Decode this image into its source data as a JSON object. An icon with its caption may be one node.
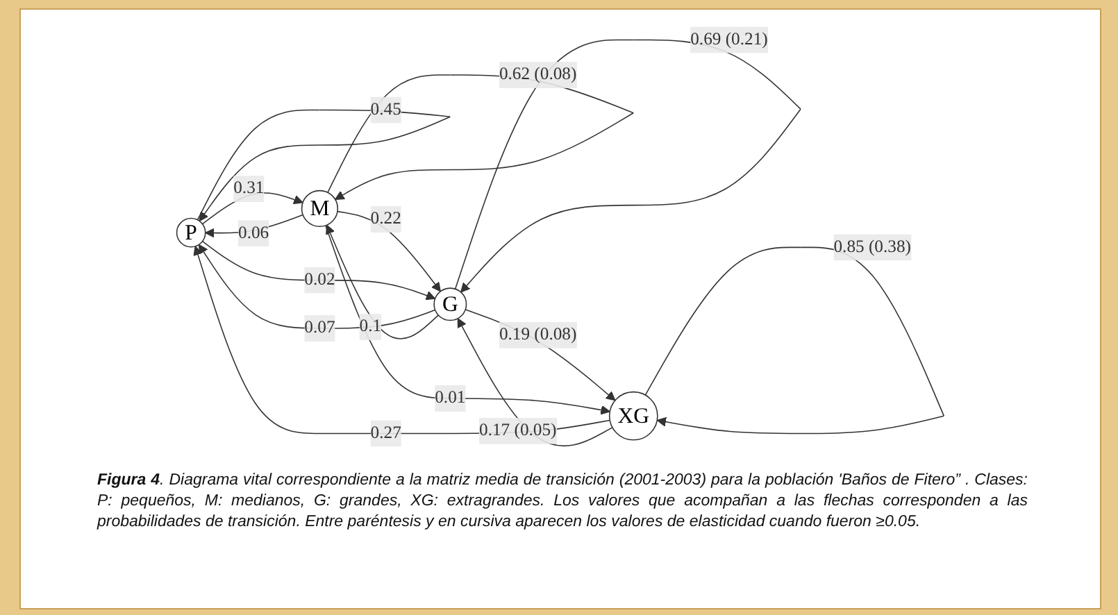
{
  "diagram": {
    "caption": "**Figura 4**. Diagrama vital correspondiente a la matriz media de transición (2001-2003) para la población 'Baños de Fitero” . Clases: P: pequeños, M: medianos, G: grandes, XG: extragrandes. Los valores que acompañan a las flechas corresponden a las probabilidades de transición. Entre paréntesis y en cursiva aparecen los valores de elasticidad cuando fueron ≥0.05.",
    "nodes": [
      {
        "text": [
          "P"
        ]
      },
      {
        "text": [
          "M"
        ]
      },
      {
        "text": [
          "G"
        ]
      },
      {
        "text": [
          "XG"
        ]
      }
    ],
    "edges": [
      {
        "from": 3,
        "to": 0,
        "arrow": "to",
        "label": "0.27"
      },
      {
        "from": 2,
        "to": 0,
        "arrow": "to",
        "label": "0.07"
      },
      {
        "from": 1,
        "to": 0,
        "arrow": "to",
        "label": "0.06"
      },
      {
        "from": 0,
        "to": 1,
        "arrow": "to",
        "label": "0.31"
      },
      {
        "from": 2,
        "to": 1,
        "arrow": "to",
        "label": "0.1"
      },
      {
        "from": 1,
        "to": 2,
        "arrow": "to",
        "label": "0.22"
      },
      {
        "from": 3,
        "to": 2,
        "arrow": "to",
        "label": "0.17 (0.05)"
      },
      {
        "from": 2,
        "to": 3,
        "arrow": "to",
        "label": "0.19 (0.08)"
      },
      {
        "from": 0,
        "to": 0,
        "arrow": "to",
        "label": "0.45"
      },
      {
        "from": 1,
        "to": 1,
        "arrow": "to",
        "label": "0.62 (0.08)"
      },
      {
        "from": 2,
        "to": 2,
        "arrow": "to",
        "label": "0.69 (0.21)"
      },
      {
        "from": 3,
        "to": 3,
        "arrow": "to",
        "label": "0.85 (0.38)"
      },
      {
        "from": 0,
        "to": 2,
        "arrow": "to",
        "label": "0.02"
      },
      {
        "from": 1,
        "to": 3,
        "arrow": "to",
        "label": "0.01"
      }
    ]
  }
}
